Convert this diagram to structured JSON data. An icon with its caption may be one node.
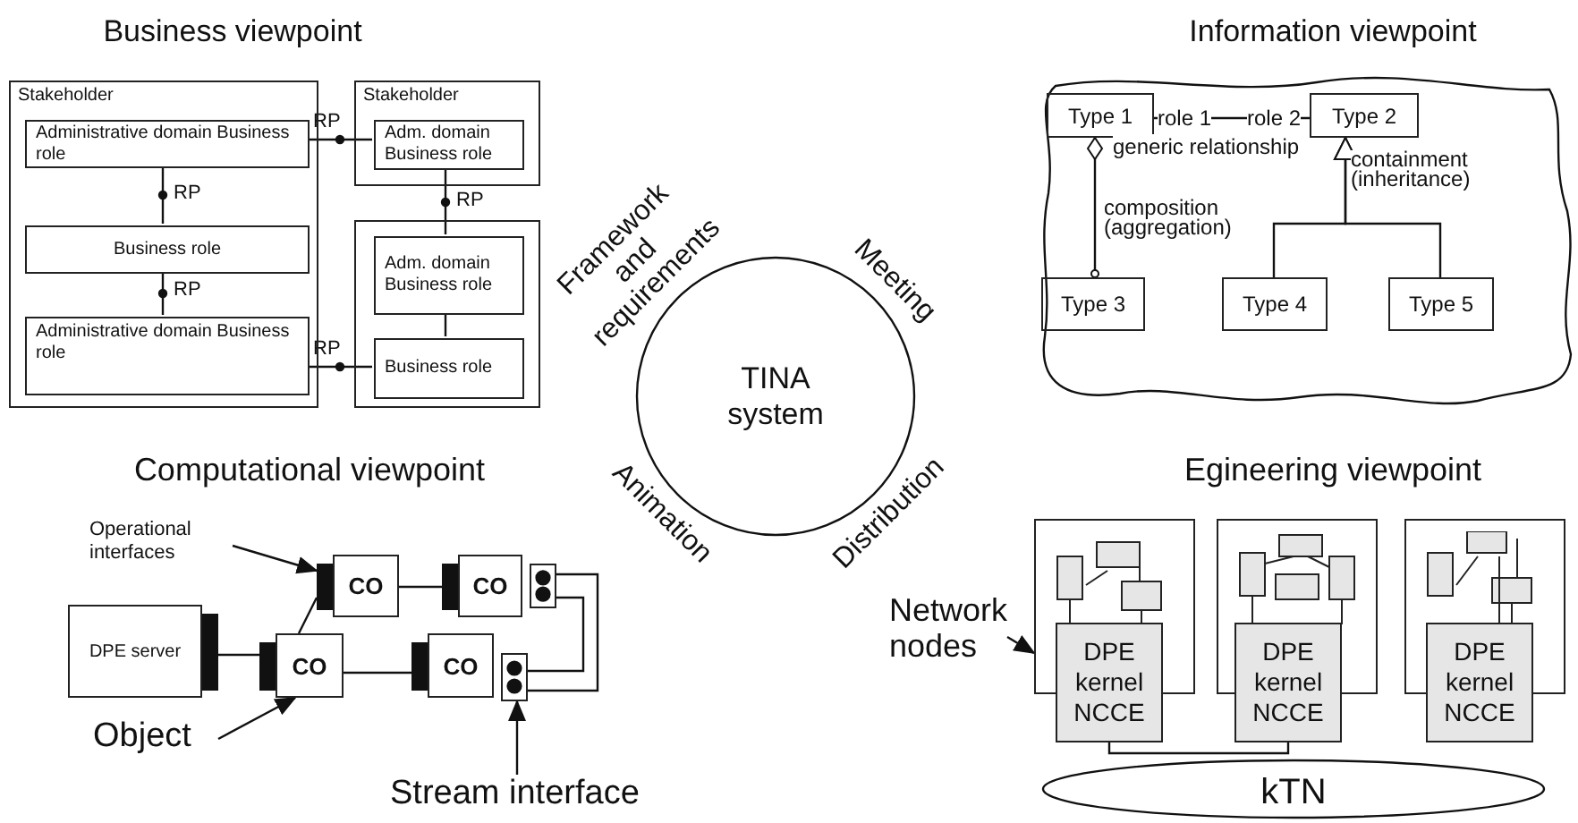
{
  "diagram": {
    "nodes": [
      {
        "text": [
          "Stakeholder"
        ]
      },
      {
        "text": [
          "Administrative domain Business role"
        ],
        "in": 0
      },
      {
        "text": [
          "Business role"
        ],
        "in": 0
      },
      {
        "text": [
          "Administrative domain Business role"
        ],
        "in": 0
      },
      {
        "text": [
          "Stakeholder"
        ]
      },
      {
        "text": [
          "Adm. domain Business role"
        ],
        "in": 4
      },
      {
        "text": [],
        "shape": "box"
      },
      {
        "text": [
          "Adm. domain Business role"
        ],
        "in": 6
      },
      {
        "text": [
          "Business role"
        ],
        "in": 6
      },
      {
        "text": [],
        "shape": "cloud"
      },
      {
        "text": [
          "Type 1"
        ],
        "in": 9
      },
      {
        "text": [
          "Type 2"
        ],
        "in": 9
      },
      {
        "text": [
          "Type 3"
        ],
        "in": 9
      },
      {
        "text": [
          "Type 4"
        ],
        "in": 9
      },
      {
        "text": [
          "Type 5"
        ],
        "in": 9
      },
      {
        "text": [
          "TINA system"
        ]
      },
      {
        "text": [
          "Operational interfaces"
        ]
      },
      {
        "text": [
          "CO"
        ]
      },
      {
        "text": [
          "CO"
        ]
      },
      {
        "text": [],
        "shape": "box"
      },
      {
        "text": [
          "DPE server"
        ]
      },
      {
        "text": [
          "CO"
        ]
      },
      {
        "text": [
          "CO"
        ]
      },
      {
        "text": [],
        "shape": "box"
      },
      {
        "text": [
          "Object"
        ]
      },
      {
        "text": [
          "Stream interface"
        ]
      },
      {
        "text": [
          "Network nodes"
        ]
      },
      {
        "text": [],
        "shape": "box"
      },
      {
        "text": [],
        "shape": "box"
      },
      {
        "text": [],
        "shape": "box"
      },
      {
        "text": [
          "DPE kernel NCCE"
        ]
      },
      {
        "text": [
          "DPE kernel NCCE"
        ]
      },
      {
        "text": [
          "DPE kernel NCCE"
        ]
      },
      {
        "text": [
          "kTN"
        ]
      }
    ],
    "edges": [
      {
        "from": 1,
        "to": 5,
        "arrow": "none",
        "label": "RP"
      },
      {
        "from": 1,
        "to": 2,
        "arrow": "none",
        "label": "RP"
      },
      {
        "from": 2,
        "to": 3,
        "arrow": "none",
        "label": "RP"
      },
      {
        "from": 5,
        "to": 7,
        "arrow": "none",
        "label": "RP"
      },
      {
        "from": 3,
        "to": 8,
        "arrow": "none",
        "label": "RP"
      },
      {
        "from": 7,
        "to": 8,
        "arrow": "none"
      },
      {
        "from": 10,
        "to": 11,
        "arrow": "none"
      },
      {
        "from": 10,
        "to": 12,
        "arrow": "other",
        "label": "composition (aggregation)"
      },
      {
        "from": 13,
        "to": 11,
        "arrow": "to",
        "label": "containment (inheritance)"
      },
      {
        "from": 14,
        "to": 11,
        "arrow": "to"
      },
      {
        "from": 20,
        "to": 21,
        "arrow": "none"
      },
      {
        "from": 21,
        "to": 17,
        "arrow": "none"
      },
      {
        "from": 17,
        "to": 18,
        "arrow": "none"
      },
      {
        "from": 21,
        "to": 22,
        "arrow": "none"
      },
      {
        "from": 19,
        "to": 23,
        "arrow": "none"
      },
      {
        "from": 16,
        "to": 17,
        "arrow": "to"
      },
      {
        "from": 24,
        "to": 21,
        "arrow": "to"
      },
      {
        "from": 25,
        "to": 23,
        "arrow": "to"
      },
      {
        "from": 30,
        "to": 31,
        "arrow": "none"
      },
      {
        "from": 26,
        "to": 27,
        "arrow": "to"
      }
    ],
    "labels": [
      "Business viewpoint",
      "Information viewpoint",
      "role 1",
      "role 2",
      "generic relationship",
      "Framework and requirements",
      "Meeting",
      "Animation",
      "Distribution",
      "Computational viewpoint",
      "Egineering viewpoint"
    ]
  }
}
